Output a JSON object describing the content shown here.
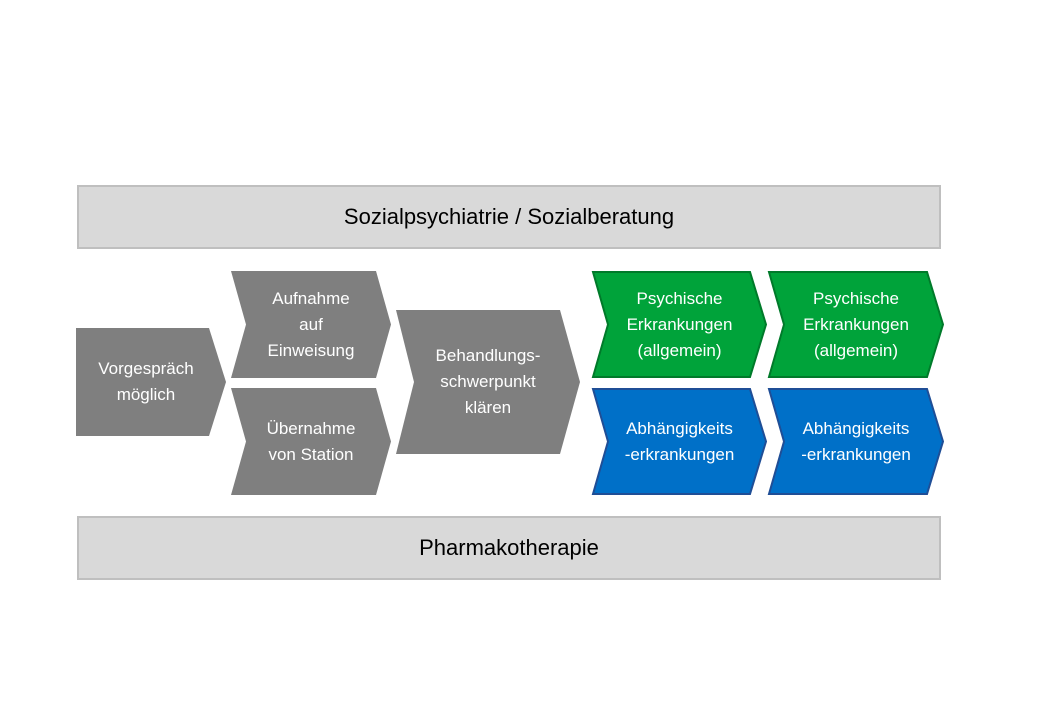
{
  "top_band": {
    "label": "Sozialpsychiatrie / Sozialberatung"
  },
  "bottom_band": {
    "label": "Pharmakotherapie"
  },
  "steps": {
    "vorgespraech": "Vorgespräch\nmöglich",
    "aufnahme": "Aufnahme\nauf\nEinweisung",
    "uebernahme": "Übernahme\nvon Station",
    "behandlung": "Behandlungs-\nschwerpunkt\nklären",
    "psychisch_1": "Psychische\nErkrankungen\n(allgemein)",
    "psychisch_2": "Psychische\nErkrankungen\n(allgemein)",
    "abhaengig_1": "Abhängigkeits\n-erkrankungen",
    "abhaengig_2": "Abhängigkeits\n-erkrankungen"
  },
  "colors": {
    "grey": "#7f7f7f",
    "green": "#00a33a",
    "green_border": "#007a2a",
    "blue": "#0070c8",
    "blue_border": "#1f4e96",
    "band_fill": "#d9d9d9",
    "band_border": "#bfbfbf"
  }
}
